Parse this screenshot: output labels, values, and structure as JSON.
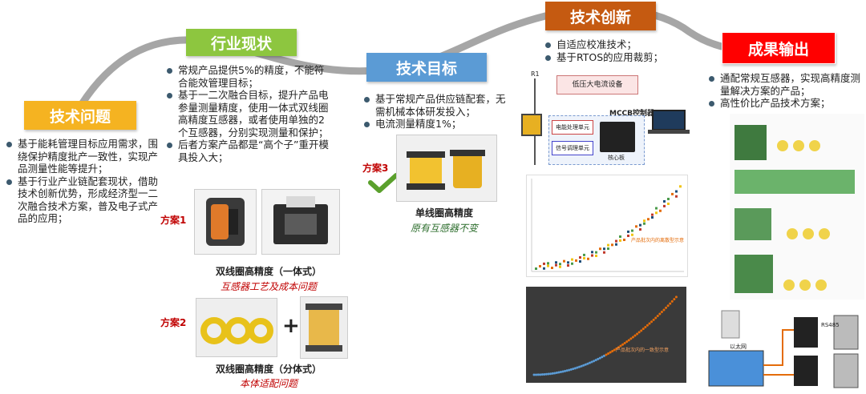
{
  "colors": {
    "yellow": "#f5b321",
    "green": "#8dc63f",
    "blue": "#5b9bd5",
    "orange": "#c55a11",
    "red": "#ff0000",
    "dark_red": "#c00000",
    "caption_red": "#c00000",
    "caption_green": "#2f6f2f",
    "path": "#a6a6a6"
  },
  "stages": {
    "problem": {
      "title": "技术问题",
      "bullets": [
        "基于能耗管理目标应用需求，围绕保护精度批产一致性，实现产品测量性能等提升；",
        "基于行业产业链配套现状，借助技术创新优势，形成经济型一二次融合技术方案，普及电子式产品的应用；"
      ]
    },
    "status": {
      "title": "行业现状",
      "bullets": [
        "常规产品提供5%的精度，不能符合能效管理目标；",
        "基于一二次融合目标，提升产品电参量测量精度，使用一体式双线圈高精度互感器，或者使用单独的2个互感器，分别实现测量和保护；",
        "后者方案产品都是“高个子”重开模具投入大；"
      ]
    },
    "goal": {
      "title": "技术目标",
      "bullets": [
        "基于常规产品供应链配套，无需机械本体研发投入；",
        "电流测量精度1%；"
      ]
    },
    "innovation": {
      "title": "技术创新",
      "bullets": [
        "自适应校准技术；",
        "基于RTOS的应用裁剪；"
      ]
    },
    "output": {
      "title": "成果输出",
      "bullets": [
        "通配常规互感器，实现高精度测量解决方案的产品；",
        "高性价比产品技术方案；"
      ]
    }
  },
  "plans": {
    "plan1": {
      "label": "方案1",
      "caption_bold": "双线圈高精度（一体式）",
      "caption_italic": "互感器工艺及成本问题"
    },
    "plan2": {
      "label": "方案2",
      "plus": "+",
      "caption_bold": "双线圈高精度（分体式）",
      "caption_italic": "本体适配问题"
    },
    "plan3": {
      "label": "方案3",
      "caption_bold": "单线圈高精度",
      "caption_italic": "原有互感器不变"
    }
  },
  "diagram": {
    "r1": "R1",
    "equipment": "低压大电流设备",
    "mccb": "MCCB控制器",
    "data_unit": "电能处理单元",
    "signal_unit": "信号调理单元",
    "core_board": "核心板"
  },
  "charts": {
    "chart1_note": "产品批次内的离散型示意",
    "chart2_note": "产品批次内的一致型示意"
  },
  "system": {
    "label_left": "以太网",
    "rs485": "RS485"
  }
}
